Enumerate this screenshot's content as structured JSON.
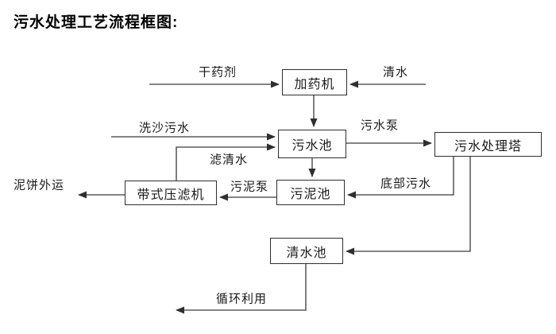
{
  "title": "污水处理工艺流程框图:",
  "nodes": {
    "dosing_machine": "加药机",
    "sewage_pool": "污水池",
    "treatment_tower": "污水处理塔",
    "sludge_pool": "污泥池",
    "belt_filter_press": "带式压滤机",
    "clean_water_pool": "清水池"
  },
  "labels": {
    "dry_agent": "干药剂",
    "clean_water": "清水",
    "sand_washing_sewage": "洗沙污水",
    "sewage_pump": "污水泵",
    "filtered_water": "滤清水",
    "sludge_pump": "污泥泵",
    "bottom_sewage": "底部污水",
    "mud_cake_out": "泥饼外运",
    "recycle_use": "循环利用"
  },
  "edges": [
    {
      "source": "external",
      "target": "加药机",
      "label": "干药剂"
    },
    {
      "source": "external",
      "target": "加药机",
      "label": "清水"
    },
    {
      "source": "加药机",
      "target": "污水池",
      "label": ""
    },
    {
      "source": "external",
      "target": "污水池",
      "label": "洗沙污水"
    },
    {
      "source": "带式压滤机",
      "target": "污水池",
      "label": "滤清水"
    },
    {
      "source": "污水池",
      "target": "污水处理塔",
      "label": "污水泵"
    },
    {
      "source": "污水池",
      "target": "污泥池",
      "label": ""
    },
    {
      "source": "污水处理塔",
      "target": "污泥池",
      "label": "底部污水"
    },
    {
      "source": "污泥池",
      "target": "带式压滤机",
      "label": "污泥泵"
    },
    {
      "source": "带式压滤机",
      "target": "external",
      "label": "泥饼外运"
    },
    {
      "source": "污水处理塔",
      "target": "清水池",
      "label": ""
    },
    {
      "source": "清水池",
      "target": "external",
      "label": "循环利用"
    }
  ],
  "colors": {
    "background": "#ffffff",
    "line": "#3a3a3a",
    "text": "#111111"
  }
}
